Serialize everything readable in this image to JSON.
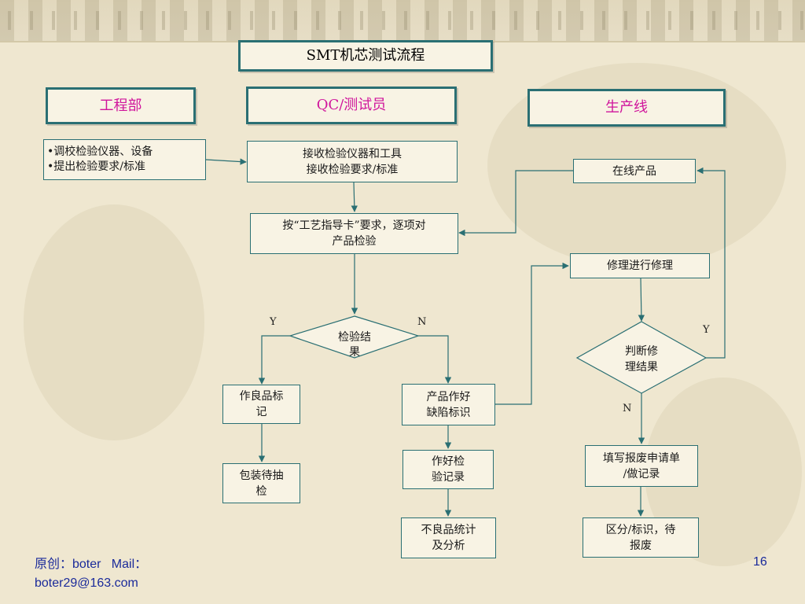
{
  "title": "SMT机芯测试流程",
  "departments": {
    "engineering": "工程部",
    "qc": "QC/测试员",
    "production": "生产线"
  },
  "engineering_tasks": [
    "•调校检验仪器、设备",
    "•提出检验要求/标准"
  ],
  "nodes": {
    "receive": [
      "接收检验仪器和工具",
      "接收检验要求/标准"
    ],
    "inspect": [
      "按“工艺指导卡”要求，逐项对",
      "产品检验"
    ],
    "result": [
      "检验结",
      "果"
    ],
    "good_mark": [
      "作良品标",
      "记"
    ],
    "pack": [
      "包装待抽",
      "检"
    ],
    "defect_mark": [
      "产品作好",
      "缺陷标识"
    ],
    "record": [
      "作好检",
      "验记录"
    ],
    "analysis": [
      "不良品统计",
      "及分析"
    ],
    "online": "在线产品",
    "repair": "修理进行修理",
    "judge": [
      "判断修",
      "理结果"
    ],
    "scrap_form": [
      "填写报废申请单",
      "/做记录"
    ],
    "scrap": [
      "区分/标识，待",
      "报废"
    ]
  },
  "branch_labels": {
    "result_yes": "Y",
    "result_no": "N",
    "judge_yes": "Y",
    "judge_no": "N"
  },
  "footer": {
    "line1": "原创：boter   Mail：",
    "line2": "boter29@163.com",
    "page": "16"
  },
  "colors": {
    "border": "#2a6f73",
    "heading": "#d0159c",
    "footer": "#1a2a9a"
  }
}
